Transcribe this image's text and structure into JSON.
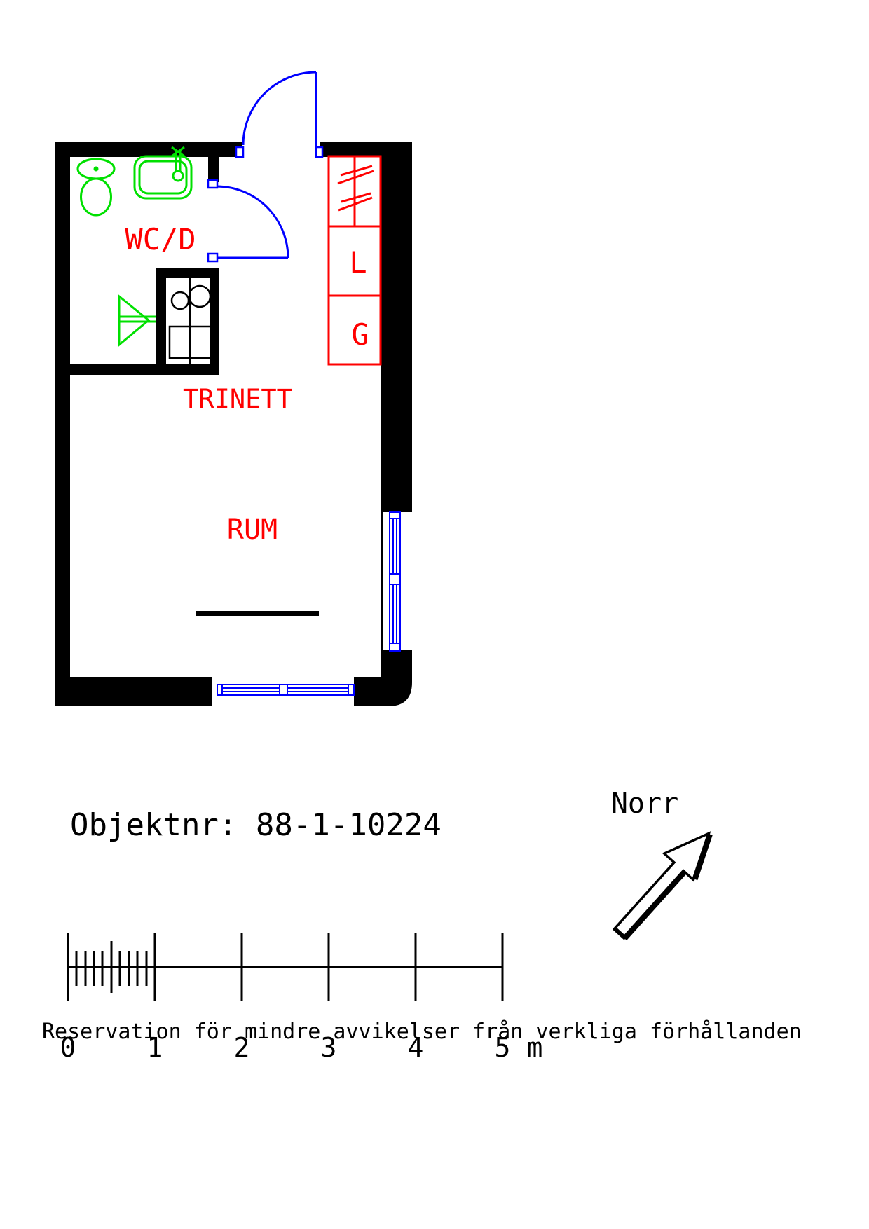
{
  "plan": {
    "rooms": [
      {
        "label": "WC/D"
      },
      {
        "label": "TRINETT"
      },
      {
        "label": "RUM"
      }
    ],
    "closets": {
      "compartments": [
        {
          "label": "L"
        },
        {
          "label": "G"
        }
      ]
    }
  },
  "object_number": {
    "label": "Objektnr: 88-1-10224"
  },
  "scale_bar": {
    "ticks": [
      "0",
      "1",
      "2",
      "3",
      "4",
      "5"
    ],
    "unit": "m"
  },
  "compass": {
    "label": "Norr"
  },
  "disclaimer": "Reservation för mindre avvikelser från verkliga förhållanden",
  "colors": {
    "walls": "#000000",
    "labels": "#ff0000",
    "doors_windows": "#0000ff",
    "fixtures": "#00e000",
    "background": "#ffffff"
  }
}
